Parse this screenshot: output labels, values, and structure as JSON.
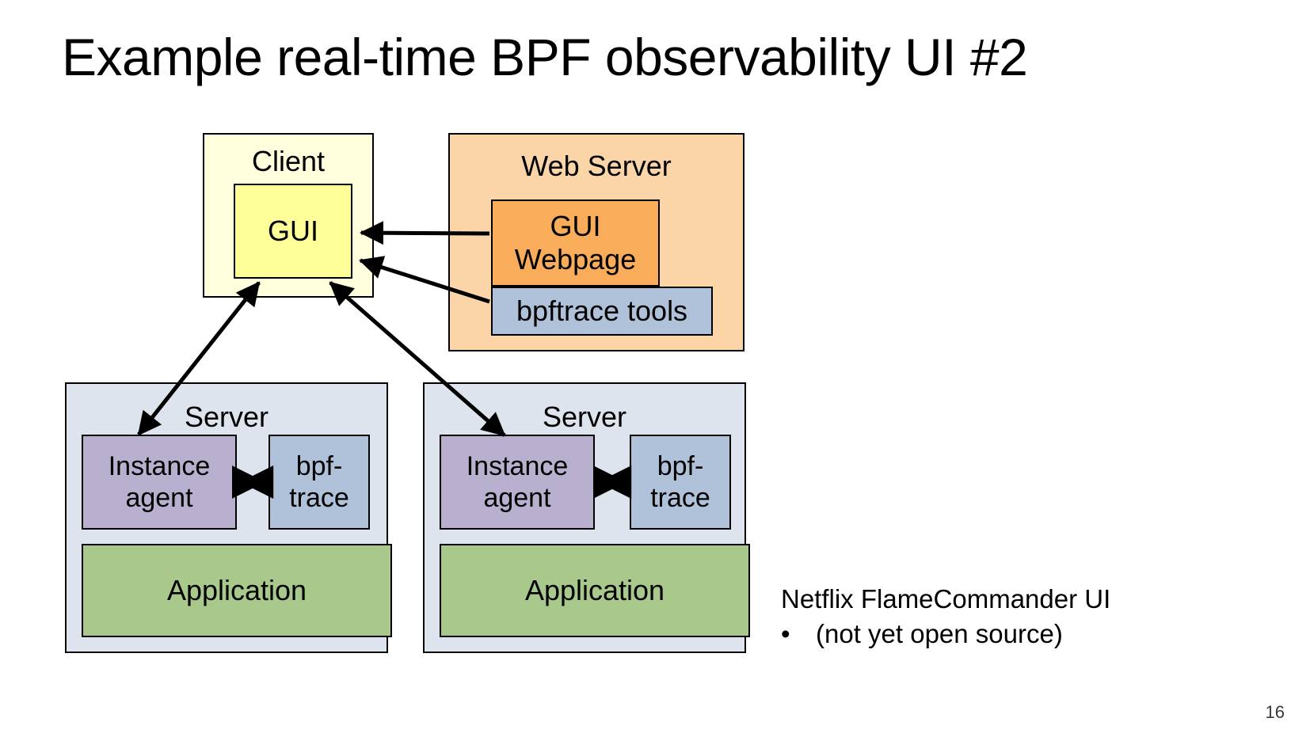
{
  "slide": {
    "title": "Example real-time BPF observability UI #2",
    "page_number": "16",
    "background_color": "#ffffff"
  },
  "diagram": {
    "client": {
      "label": "Client",
      "fill": "#ffffdd",
      "gui": {
        "label": "GUI",
        "fill": "#ffff99"
      }
    },
    "web_server": {
      "label": "Web Server",
      "fill": "#fbd5a8",
      "gui_webpage": {
        "line1": "GUI",
        "line2": "Webpage",
        "fill": "#f9ac5a"
      },
      "bpftrace_tools": {
        "label": "bpftrace tools",
        "fill": "#afc2da"
      }
    },
    "servers": [
      {
        "label": "Server",
        "fill": "#dde4ee",
        "instance_agent": {
          "line1": "Instance",
          "line2": "agent",
          "fill": "#b8b0ce"
        },
        "bpftrace": {
          "line1": "bpf-",
          "line2": "trace",
          "fill": "#afc2da"
        },
        "application": {
          "label": "Application",
          "fill": "#a8c98b"
        }
      },
      {
        "label": "Server",
        "fill": "#dde4ee",
        "instance_agent": {
          "line1": "Instance",
          "line2": "agent",
          "fill": "#b8b0ce"
        },
        "bpftrace": {
          "line1": "bpf-",
          "line2": "trace",
          "fill": "#afc2da"
        },
        "application": {
          "label": "Application",
          "fill": "#a8c98b"
        }
      }
    ],
    "connections": [
      {
        "name": "gui-webpage-to-client-gui",
        "from": "GUI Webpage",
        "to": "GUI",
        "arrowheads": "single"
      },
      {
        "name": "bpftrace-tools-to-client-gui",
        "from": "bpftrace tools",
        "to": "GUI",
        "arrowheads": "single"
      },
      {
        "name": "client-gui-to-server1-instance-agent",
        "from": "GUI",
        "to": "Instance agent",
        "arrowheads": "double"
      },
      {
        "name": "client-gui-to-server2-instance-agent",
        "from": "GUI",
        "to": "Instance agent",
        "arrowheads": "double"
      },
      {
        "name": "server1-instance-agent-to-bpftrace",
        "from": "Instance agent",
        "to": "bpf-trace",
        "arrowheads": "double"
      },
      {
        "name": "server2-instance-agent-to-bpftrace",
        "from": "Instance agent",
        "to": "bpf-trace",
        "arrowheads": "double"
      }
    ]
  },
  "caption": {
    "line1": "Netflix FlameCommander UI",
    "bullet": "•",
    "line2": "(not yet open source)"
  }
}
